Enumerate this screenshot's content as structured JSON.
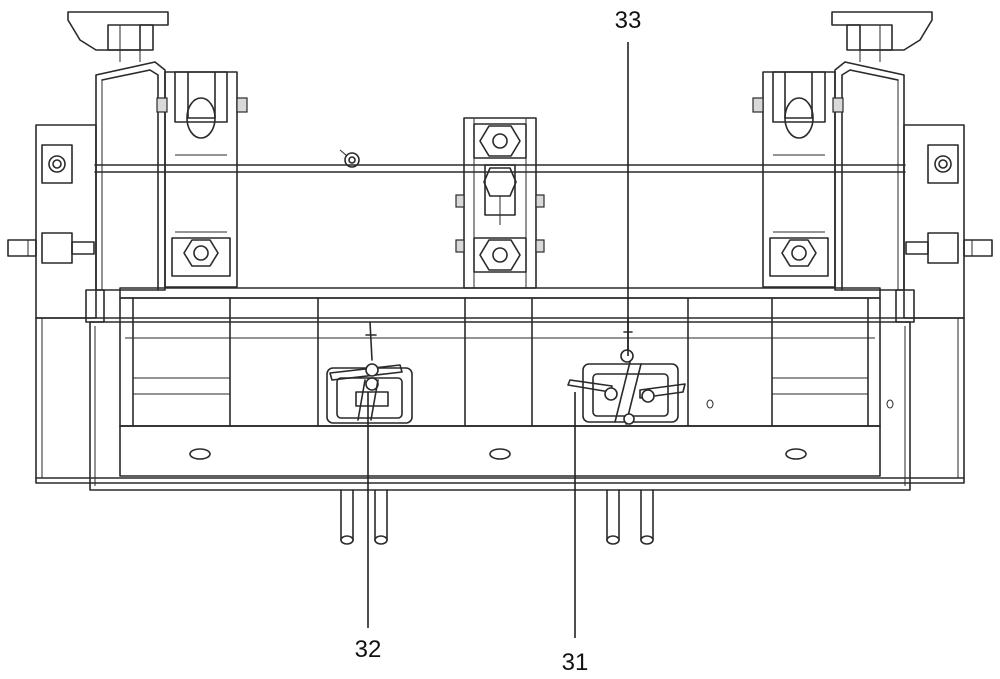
{
  "callouts": {
    "c31": "31",
    "c32": "32",
    "c33": "33"
  },
  "colors": {
    "line": "#2a2a2a",
    "background": "#ffffff",
    "fill_gray": "#d9d9d9"
  }
}
